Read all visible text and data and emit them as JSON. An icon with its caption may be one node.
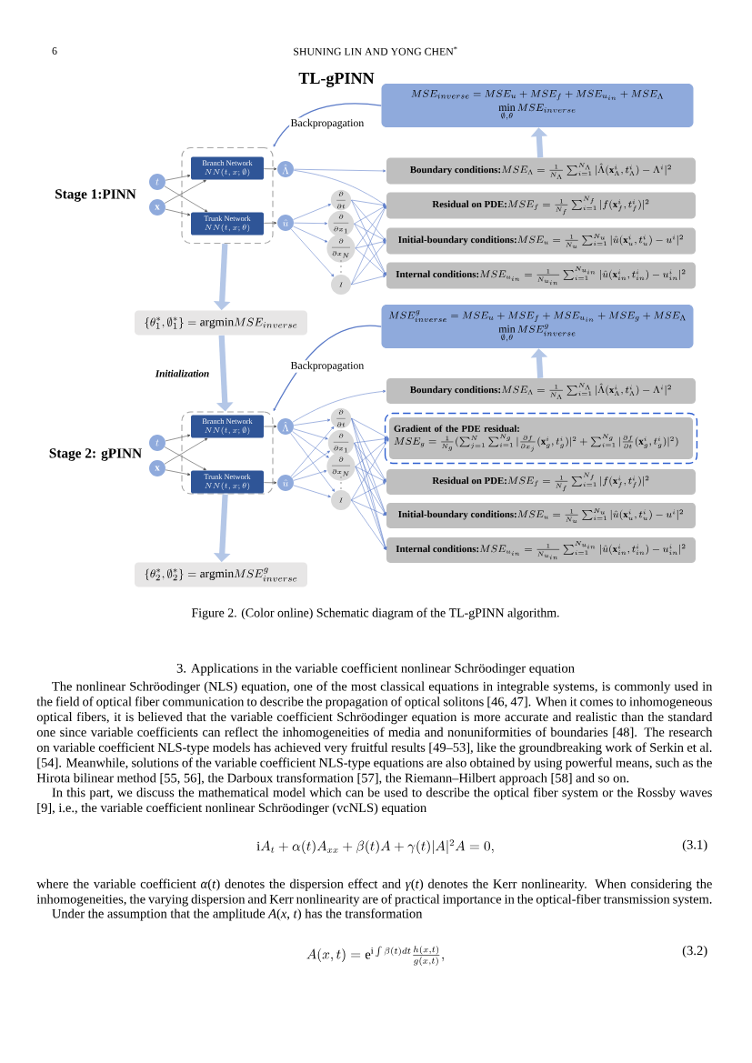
{
  "diagram": {
    "title": "TL-gPINN",
    "caption": "Figure 2. (Color online) Schematic diagram of the TL-gPINN algorithm.",
    "nodes": [
      {
        "text": [
          "MSE_{inverse}=MSE_u+MSE_f+MSE_{u_{in}}+MSE_{\\Lambda}",
          "\\min\\limits_{\\emptyset,\\theta}MSE_{inverse}"
        ]
      },
      {
        "text": [],
        "shape": "box"
      },
      {
        "text": [
          "Branch Network",
          "NN(t,x;\\emptyset)"
        ],
        "in": 1
      },
      {
        "text": [
          "Trunk Network",
          "NN(t,x;\\theta)"
        ],
        "in": 1
      },
      {
        "text": [
          "t"
        ]
      },
      {
        "text": [
          "\\mathbf{x}"
        ]
      },
      {
        "text": [
          "\\hat{\\Lambda}"
        ]
      },
      {
        "text": [
          "\\hat{u}"
        ]
      },
      {
        "text": [
          "\\frac{\\partial}{\\partial t}"
        ]
      },
      {
        "text": [
          "\\frac{\\partial}{\\partial x_1}"
        ]
      },
      {
        "text": [
          "\\frac{\\partial}{\\partial x_N}"
        ]
      },
      {
        "text": [
          "I"
        ]
      },
      {
        "text": [
          "Boundary conditions:",
          "MSE_{\\Lambda}=\\frac{1}{N_{\\Lambda}}\\sum_{i=1}^{N_{\\Lambda}}|\\hat{\\Lambda}(\\mathbf{x}_{\\Lambda}^i,t_{\\Lambda}^i)-\\Lambda^i|^2"
        ]
      },
      {
        "text": [
          "Residual on PDE:",
          "MSE_f=\\frac{1}{N_f}\\sum_{i=1}^{N_f}|f(\\mathbf{x}_f^i,t_f^i)|^2"
        ]
      },
      {
        "text": [
          "Initial-boundary conditions:",
          "MSE_u=\\frac{1}{N_u}\\sum_{i=1}^{N_u}|\\hat{u}(\\mathbf{x}_u^i,t_u^i)-u^i|^2"
        ]
      },
      {
        "text": [
          "Internal conditions:",
          "MSE_{u_{in}}=\\frac{1}{N_{u_{in}}}\\sum_{i=1}^{N_{u_{in}}}|\\hat{u}(\\mathbf{x}_{in}^i,t_{in}^i)-u_{in}^i|^2"
        ]
      },
      {
        "text": [
          "\\{\\theta_1^*,\\emptyset_1^*\\}=\\mathrm{argmin}MSE_{inverse}"
        ]
      },
      {
        "text": [
          "MSE_{inverse}^g=MSE_u+MSE_f+MSE_{u_{in}}+MSE_g+MSE_{\\Lambda}",
          "\\min\\limits_{\\emptyset,\\theta}MSE_{inverse}^g"
        ]
      },
      {
        "text": [],
        "shape": "box"
      },
      {
        "text": [
          "Branch Network",
          "NN(t,x;\\emptyset)"
        ],
        "in": 18
      },
      {
        "text": [
          "Trunk Network",
          "NN(t,x;\\theta)"
        ],
        "in": 18
      },
      {
        "text": [
          "t"
        ]
      },
      {
        "text": [
          "\\mathbf{x}"
        ]
      },
      {
        "text": [
          "\\hat{\\Lambda}"
        ]
      },
      {
        "text": [
          "\\hat{u}"
        ]
      },
      {
        "text": [
          "\\frac{\\partial}{\\partial t}"
        ]
      },
      {
        "text": [
          "\\frac{\\partial}{\\partial x_1}"
        ]
      },
      {
        "text": [
          "\\frac{\\partial}{\\partial x_N}"
        ]
      },
      {
        "text": [
          "I"
        ]
      },
      {
        "text": [
          "Boundary conditions:",
          "MSE_{\\Lambda}=\\frac{1}{N_{\\Lambda}}\\sum_{i=1}^{N_{\\Lambda}}|\\hat{\\Lambda}(\\mathbf{x}_{\\Lambda}^i,t_{\\Lambda}^i)-\\Lambda^i|^2"
        ]
      },
      {
        "text": [
          "Gradient of the PDE residual:",
          "MSE_g=\\frac{1}{N_g}(\\sum_{j=1}^{N}\\sum_{i=1}^{N_g}|\\frac{\\partial f}{\\partial x_j}(\\mathbf{x}_g^i,t_g^i)|^2+\\sum_{i=1}^{N_g}|\\frac{\\partial f}{\\partial t}(\\mathbf{x}_g^i,t_g^i)|^2)"
        ]
      },
      {
        "text": [
          "Residual on PDE:",
          "MSE_f=\\frac{1}{N_f}\\sum_{i=1}^{N_f}|f(\\mathbf{x}_f^i,t_f^i)|^2"
        ]
      },
      {
        "text": [
          "Initial-boundary conditions:",
          "MSE_u=\\frac{1}{N_u}\\sum_{i=1}^{N_u}|\\hat{u}(\\mathbf{x}_u^i,t_u^i)-u^i|^2"
        ]
      },
      {
        "text": [
          "Internal conditions:",
          "MSE_{u_{in}}=\\frac{1}{N_{u_{in}}}\\sum_{i=1}^{N_{u_{in}}}|\\hat{u}(\\mathbf{x}_{in}^i,t_{in}^i)-u_{in}^i|^2"
        ]
      },
      {
        "text": [
          "\\{\\theta_2^*,\\emptyset_2^*\\}=\\mathrm{argmin}MSE_{inverse}^g"
        ]
      }
    ],
    "edges": [
      {
        "from": 4,
        "to": 2,
        "arrow": "to",
        "color": "#404040"
      },
      {
        "from": 4,
        "to": 3,
        "arrow": "to",
        "color": "#404040"
      },
      {
        "from": 5,
        "to": 2,
        "arrow": "to",
        "color": "#404040"
      },
      {
        "from": 5,
        "to": 3,
        "arrow": "to",
        "color": "#404040"
      },
      {
        "from": 2,
        "to": 6,
        "arrow": "to",
        "color": "#404040"
      },
      {
        "from": 3,
        "to": 7,
        "arrow": "to",
        "color": "#404040"
      },
      {
        "from": 6,
        "to": 12,
        "arrow": "to"
      },
      {
        "from": 6,
        "to": 13,
        "arrow": "to"
      },
      {
        "from": 7,
        "to": 8,
        "arrow": "to"
      },
      {
        "from": 7,
        "to": 9,
        "arrow": "to"
      },
      {
        "from": 7,
        "to": 10,
        "arrow": "to"
      },
      {
        "from": 7,
        "to": 11,
        "arrow": "to"
      },
      {
        "from": 8,
        "to": 13,
        "arrow": "to"
      },
      {
        "from": 8,
        "to": 14,
        "arrow": "to"
      },
      {
        "from": 8,
        "to": 15,
        "arrow": "to"
      },
      {
        "from": 9,
        "to": 13,
        "arrow": "to"
      },
      {
        "from": 9,
        "to": 14,
        "arrow": "to"
      },
      {
        "from": 9,
        "to": 15,
        "arrow": "to"
      },
      {
        "from": 10,
        "to": 13,
        "arrow": "to"
      },
      {
        "from": 10,
        "to": 14,
        "arrow": "to"
      },
      {
        "from": 10,
        "to": 15,
        "arrow": "to"
      },
      {
        "from": 11,
        "to": 13,
        "arrow": "to"
      },
      {
        "from": 11,
        "to": 14,
        "arrow": "to"
      },
      {
        "from": 11,
        "to": 15,
        "arrow": "to"
      },
      {
        "from": 12,
        "to": 0,
        "arrow": "to",
        "style": "thick",
        "color": "#b4c7e7"
      },
      {
        "from": 0,
        "to": 1,
        "arrow": "to",
        "label": "Backpropagation"
      },
      {
        "from": 1,
        "to": 16,
        "arrow": "to",
        "style": "thick",
        "color": "#b4c7e7"
      },
      {
        "from": 16,
        "to": 18,
        "arrow": "to",
        "style": "thick",
        "color": "#b4c7e7",
        "label": "Initialization"
      },
      {
        "from": 21,
        "to": 19,
        "arrow": "to",
        "color": "#404040"
      },
      {
        "from": 21,
        "to": 20,
        "arrow": "to",
        "color": "#404040"
      },
      {
        "from": 22,
        "to": 19,
        "arrow": "to",
        "color": "#404040"
      },
      {
        "from": 22,
        "to": 20,
        "arrow": "to",
        "color": "#404040"
      },
      {
        "from": 19,
        "to": 23,
        "arrow": "to",
        "color": "#404040"
      },
      {
        "from": 20,
        "to": 24,
        "arrow": "to",
        "color": "#404040"
      },
      {
        "from": 23,
        "to": 29,
        "arrow": "to"
      },
      {
        "from": 23,
        "to": 25,
        "arrow": "to"
      },
      {
        "from": 23,
        "to": 26,
        "arrow": "to"
      },
      {
        "from": 23,
        "to": 27,
        "arrow": "to"
      },
      {
        "from": 23,
        "to": 28,
        "arrow": "to"
      },
      {
        "from": 24,
        "to": 25,
        "arrow": "to"
      },
      {
        "from": 24,
        "to": 26,
        "arrow": "to"
      },
      {
        "from": 24,
        "to": 27,
        "arrow": "to"
      },
      {
        "from": 24,
        "to": 28,
        "arrow": "to"
      },
      {
        "from": 25,
        "to": 30,
        "arrow": "to"
      },
      {
        "from": 25,
        "to": 31,
        "arrow": "to"
      },
      {
        "from": 25,
        "to": 32,
        "arrow": "to"
      },
      {
        "from": 25,
        "to": 33,
        "arrow": "to"
      },
      {
        "from": 26,
        "to": 30,
        "arrow": "to"
      },
      {
        "from": 26,
        "to": 31,
        "arrow": "to"
      },
      {
        "from": 26,
        "to": 32,
        "arrow": "to"
      },
      {
        "from": 26,
        "to": 33,
        "arrow": "to"
      },
      {
        "from": 27,
        "to": 30,
        "arrow": "to"
      },
      {
        "from": 27,
        "to": 31,
        "arrow": "to"
      },
      {
        "from": 27,
        "to": 32,
        "arrow": "to"
      },
      {
        "from": 27,
        "to": 33,
        "arrow": "to"
      },
      {
        "from": 28,
        "to": 30,
        "arrow": "to"
      },
      {
        "from": 28,
        "to": 31,
        "arrow": "to"
      },
      {
        "from": 28,
        "to": 32,
        "arrow": "to"
      },
      {
        "from": 28,
        "to": 33,
        "arrow": "to"
      },
      {
        "from": 29,
        "to": 17,
        "arrow": "to",
        "style": "thick",
        "color": "#b4c7e7"
      },
      {
        "from": 17,
        "to": 18,
        "arrow": "to",
        "label": "Backpropagation"
      },
      {
        "from": 18,
        "to": 34,
        "arrow": "to",
        "style": "thick",
        "color": "#b4c7e7"
      }
    ],
    "labels": [
      "6",
      "SHUNING LIN AND YONG CHEN$^{*}$",
      "Stage 1:PINN",
      "Stage 2: gPINN",
      "3. Applications in the variable coefficient nonlinear Schröodinger equation",
      "The nonlinear Schröodinger (NLS) equation, one of the most classical equations in integrable systems, is commonly used in the field of optical fiber communication to describe the propagation of optical solitons [46, 47]. When it comes to inhomogeneous optical fibers, it is believed that the variable coefficient Schröodinger equation is more accurate and realistic than the standard one since variable coefficients can reflect the inhomogeneities of media and nonuniformities of boundaries [48]. The research on variable coefficient NLS-type models has achieved very fruitful results [49–53], like the groundbreaking work of Serkin et al. [54]. Meanwhile, solutions of the variable coefficient NLS-type equations are also obtained by using powerful means, such as the Hirota bilinear method [55, 56], the Darboux transformation [57], the Riemann–Hilbert approach [58] and so on.",
      "In this part, we discuss the mathematical model which can be used to describe the optical fiber system or the Rossby waves [9], i.e., the variable coefficient nonlinear Schröodinger (vcNLS) equation",
      "\\mathrm{i}A_t+\\alpha(t)A_{xx}+\\beta(t)A+\\gamma(t)|A|^2A=0,",
      "(3.1)",
      "where the variable coefficient *α*(*t*) denotes the dispersion effect and *γ*(*t*) denotes the Kerr nonlinearity. When considering the inhomogeneities, the varying dispersion and Kerr nonlinearity are of practical importance in the optical-fiber transmission system.",
      "Under the assumption that the amplitude *A*(*x*, *t*) has the transformation",
      "A(x,t)=\\mathrm{e}^{\\mathrm{i}\\int\\beta(t)dt}\\frac{h(x,t)}{g(x,t)},",
      "(3.2)"
    ]
  }
}
